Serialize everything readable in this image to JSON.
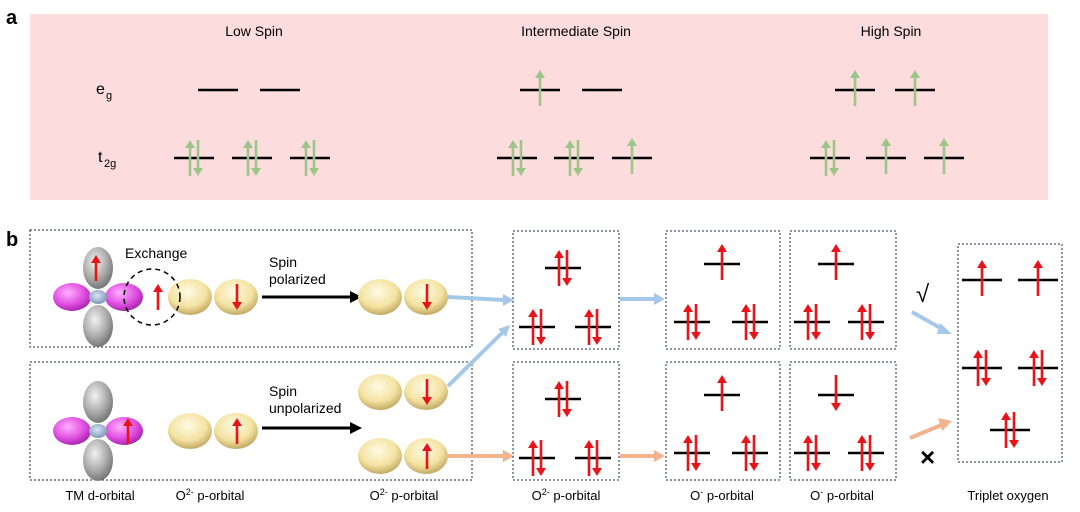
{
  "panel_a": {
    "letter": "a",
    "columns": [
      "Low Spin",
      "Intermediate Spin",
      "High Spin"
    ],
    "rows": [
      {
        "label_main": "e",
        "label_sub": "g"
      },
      {
        "label_main": "t",
        "label_sub": "2g"
      }
    ],
    "occupancy": [
      {
        "eg": [
          "empty",
          "empty"
        ],
        "t2g": [
          "pair",
          "pair",
          "pair"
        ]
      },
      {
        "eg": [
          "up",
          "empty"
        ],
        "t2g": [
          "pair",
          "pair",
          "up"
        ]
      },
      {
        "eg": [
          "up",
          "up"
        ],
        "t2g": [
          "pair",
          "up",
          "up"
        ]
      }
    ],
    "colors": {
      "background": "#fcdcdc",
      "arrow": "#9cc58a"
    }
  },
  "panel_b": {
    "letter": "b",
    "exchange_label": "Exchange",
    "top_process": [
      "Spin",
      "polarized"
    ],
    "bottom_process": [
      "Spin",
      "unpolarized"
    ],
    "check_mark": "√",
    "cross_mark": "×",
    "bottom_labels": {
      "tm": "TM d-orbital",
      "o2_first": {
        "main": "O",
        "sup": "2-",
        "rest": " p-orbital"
      },
      "o2_second": {
        "main": "O",
        "sup": "2-",
        "rest": " p-orbital"
      },
      "o2_box": {
        "main": "O",
        "sup": "2-",
        "rest": " p-orbital"
      },
      "o_minus_1": {
        "main": "O",
        "sup": "-",
        "rest": " p-orbital"
      },
      "o_minus_2": {
        "main": "O",
        "sup": "-",
        "rest": " p-orbital"
      },
      "triplet": "Triplet oxygen"
    },
    "colors": {
      "spin_arrow": "#e8141a",
      "blue_flow": "#a6c8e8",
      "orange_flow": "#f2b38e",
      "lobe_pink": "#e04ee0",
      "lobe_gray": "#9a9a9a",
      "lobe_yellow": "#f3e4a6"
    }
  }
}
